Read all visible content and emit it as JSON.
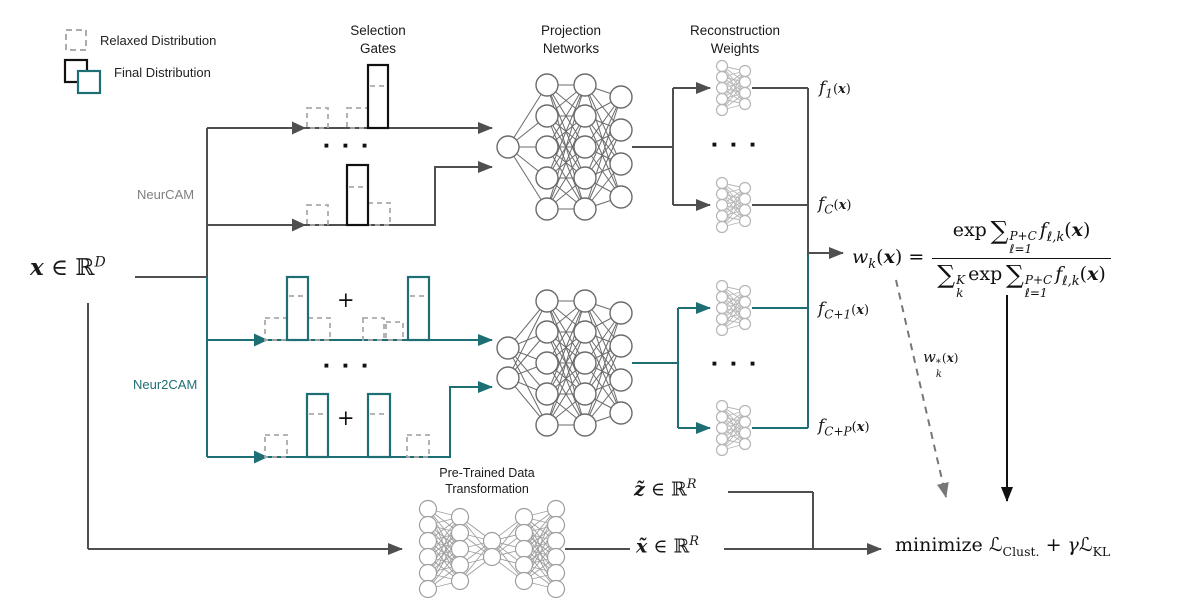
{
  "legend": {
    "relaxed_label": "Relaxed Distribution",
    "final_label": "Final Distribution"
  },
  "headers": {
    "selection": {
      "line1": "Selection",
      "line2": "Gates"
    },
    "projection": {
      "line1": "Projection",
      "line2": "Networks"
    },
    "reconstruction": {
      "line1": "Reconstruction",
      "line2": "Weights"
    }
  },
  "branch_labels": {
    "neurcam": "NeurCAM",
    "neur2cam": "Neur2CAM"
  },
  "input": {
    "var": "x",
    "element_of": "∈",
    "set": "ℝ",
    "dim": "D"
  },
  "gate_plus": "+",
  "ellipsis": "■ ■ ■",
  "function_outputs": [
    {
      "base": "f",
      "sub": "1",
      "open": "(",
      "arg": "x",
      "close": ")"
    },
    {
      "base": "f",
      "sub": "C",
      "open": "(",
      "arg": "x",
      "close": ")"
    },
    {
      "base": "f",
      "sub": "C+1",
      "open": "(",
      "arg": "x",
      "close": ")"
    },
    {
      "base": "f",
      "sub": "C+P",
      "open": "(",
      "arg": "x",
      "close": ")"
    }
  ],
  "weight_formula": {
    "lhs_base": "w",
    "lhs_sub": "k",
    "open": "(",
    "arg": "x",
    "close": ")",
    "equals": "=",
    "num": {
      "exp": "exp",
      "sum": "∑",
      "sum_sup": "P+C",
      "sum_sub": "ℓ=1",
      "f": "f",
      "f_sub": "ℓ,k",
      "open": "(",
      "arg": "x",
      "close": ")"
    },
    "den": {
      "sum1": "∑",
      "sum1_sup": "K",
      "sum1_sub": "k",
      "exp": "exp",
      "sum2": "∑",
      "sum2_sup": "P+C",
      "sum2_sub": "ℓ=1",
      "f": "f",
      "f_sub": "ℓ,k",
      "open": "(",
      "arg": "x",
      "close": ")"
    }
  },
  "w_star": {
    "base": "w",
    "sup": "*",
    "sub": "k",
    "open": "(",
    "arg": "x",
    "close": ")"
  },
  "autoencoder_label": {
    "line1": "Pre-Trained Data",
    "line2": "Transformation"
  },
  "latent": {
    "var": "z̃",
    "element_of": "∈",
    "set": "ℝ",
    "dim": "R"
  },
  "reconstruction_var": {
    "var": "x̃",
    "element_of": "∈",
    "set": "ℝ",
    "dim": "R"
  },
  "objective": {
    "minimize": "minimize",
    "loss1": "ℒ",
    "loss1_sub": "Clust.",
    "plus": "+",
    "gamma": "γ",
    "loss2": "ℒ",
    "loss2_sub": "KL"
  },
  "colors": {
    "teal": "#1e6f74",
    "gray": "#4f4f4f",
    "light_gray": "#ababab",
    "black": "#111111"
  }
}
